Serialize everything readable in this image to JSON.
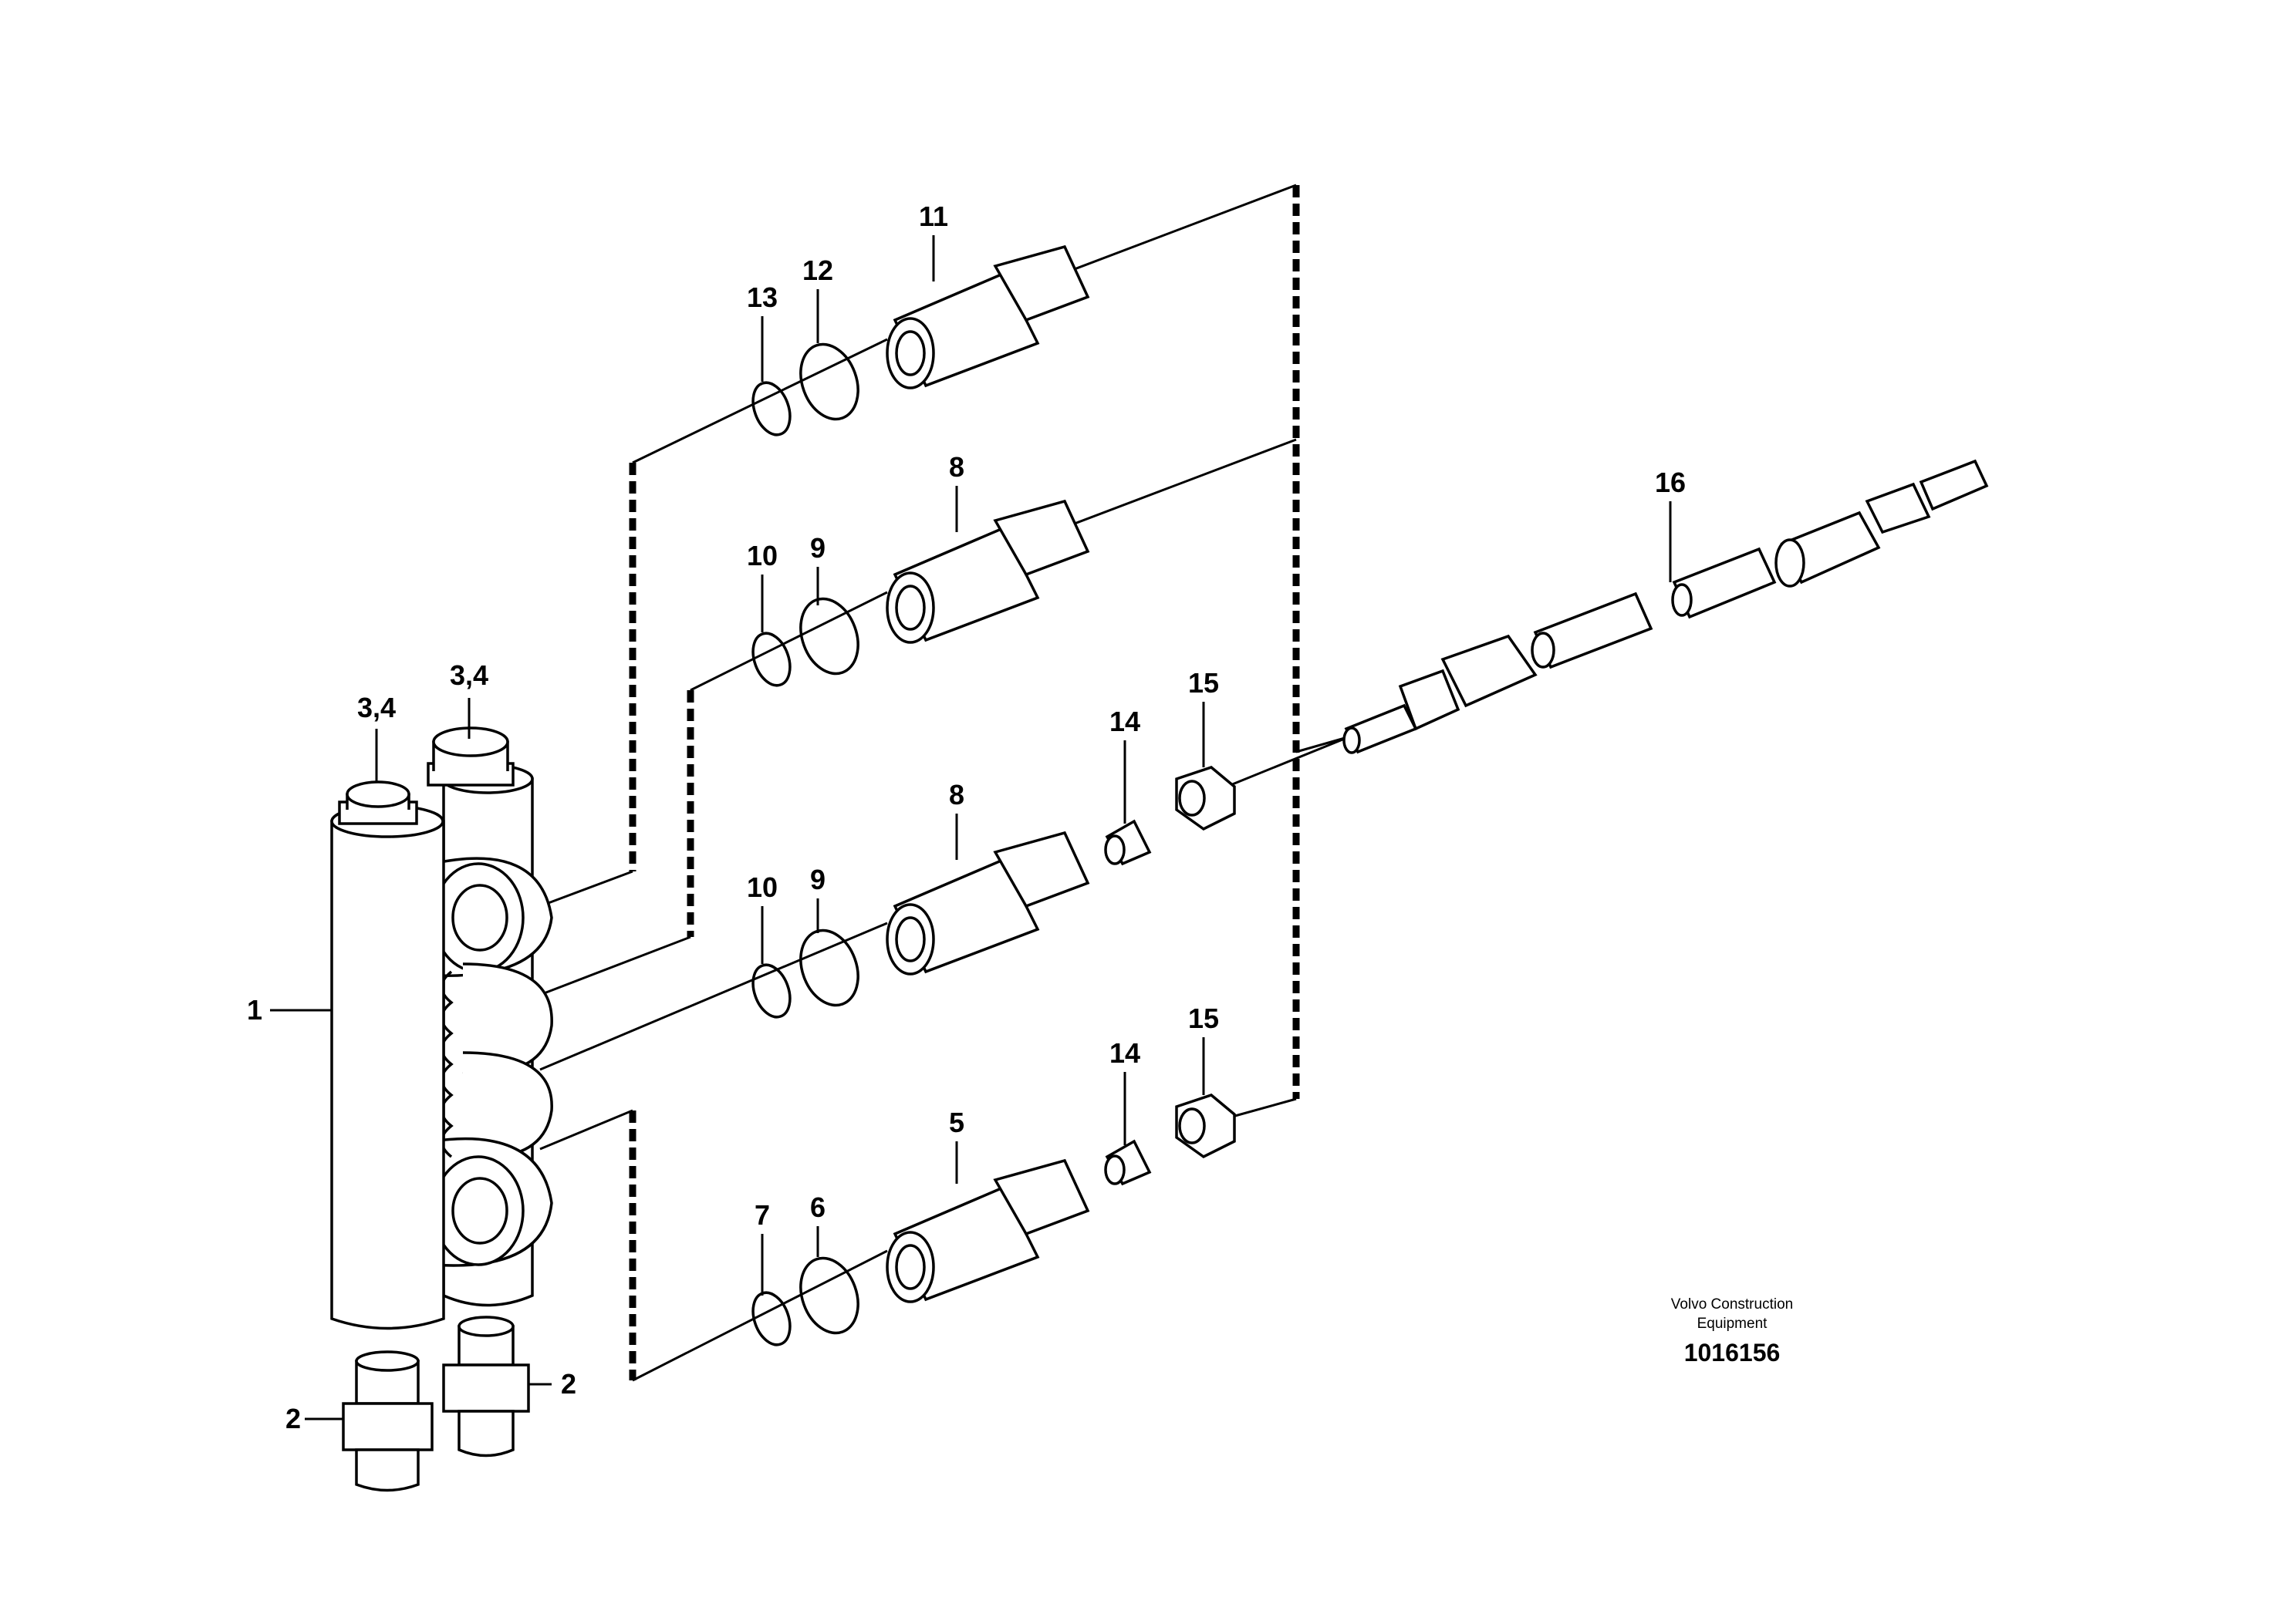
{
  "callouts": {
    "c1": "1",
    "c2a": "2",
    "c2b": "2",
    "c34a": "3,4",
    "c34b": "3,4",
    "c5": "5",
    "c6": "6",
    "c7": "7",
    "c8a": "8",
    "c8b": "8",
    "c9a": "9",
    "c9b": "9",
    "c10a": "10",
    "c10b": "10",
    "c11": "11",
    "c12": "12",
    "c13": "13",
    "c14a": "14",
    "c14b": "14",
    "c15a": "15",
    "c15b": "15",
    "c16": "16"
  },
  "footer": {
    "brand_line1": "Volvo Construction",
    "brand_line2": "Equipment",
    "document_number": "1016156"
  },
  "icons": [
    "valve-block-icon",
    "nipple-icon",
    "plug-icon",
    "adapter-icon",
    "o-ring-icon",
    "sleeve-icon",
    "nut-icon",
    "hose-icon"
  ]
}
